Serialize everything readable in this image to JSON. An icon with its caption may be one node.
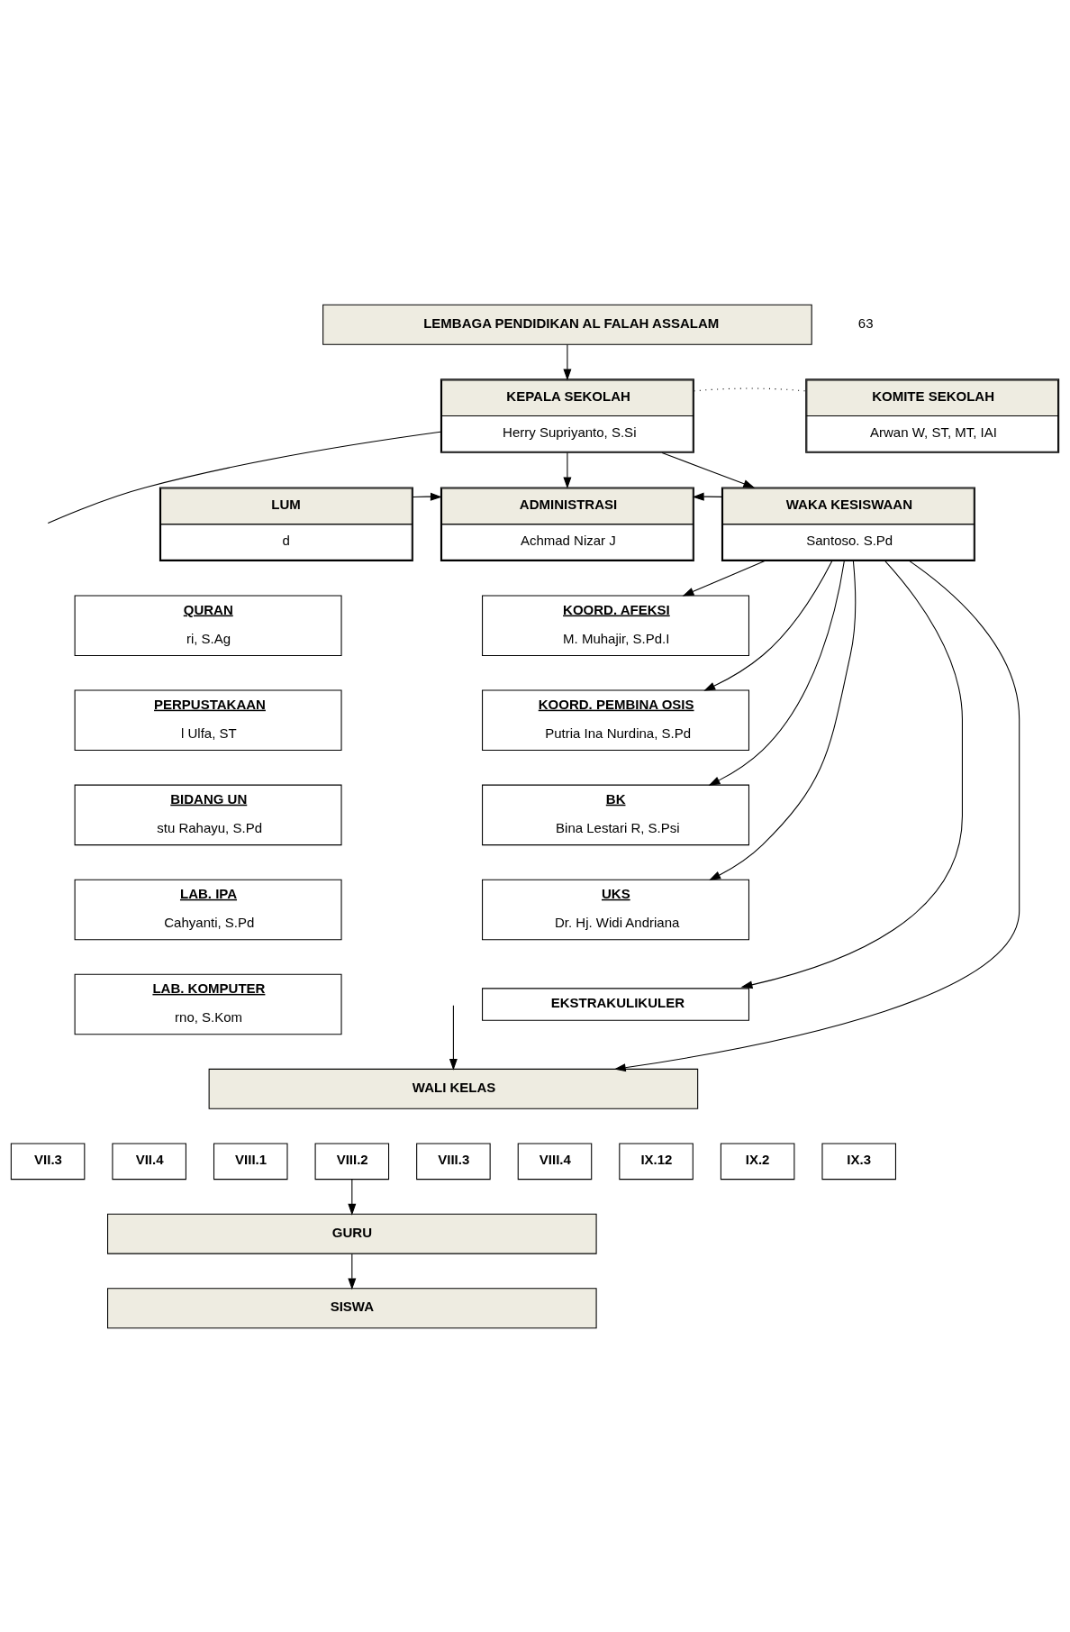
{
  "diagram": {
    "nodes": [
      {
        "text": [
          "LEMBAGA PENDIDIKAN AL FALAH ASSALAM"
        ]
      },
      {
        "text": [
          "KEPALA SEKOLAH",
          "Herry Supriyanto, S.Si"
        ]
      },
      {
        "text": [
          "KOMITE SEKOLAH",
          "Arwan W, ST, MT, IAI"
        ]
      },
      {
        "text": [
          "LUM",
          "d"
        ]
      },
      {
        "text": [
          "ADMINISTRASI",
          "Achmad Nizar J"
        ]
      },
      {
        "text": [
          "WAKA KESISWAAN",
          "Santoso. S.Pd"
        ]
      },
      {
        "text": [
          "QURAN",
          "ri, S.Ag"
        ]
      },
      {
        "text": [
          "PERPUSTAKAAN",
          "l Ulfa, ST"
        ]
      },
      {
        "text": [
          "BIDANG UN",
          "stu Rahayu, S.Pd"
        ]
      },
      {
        "text": [
          "LAB. IPA",
          "Cahyanti, S.Pd"
        ]
      },
      {
        "text": [
          "LAB. KOMPUTER",
          "rno, S.Kom"
        ]
      },
      {
        "text": [
          "KOORD. AFEKSI",
          "M. Muhajir, S.Pd.I"
        ]
      },
      {
        "text": [
          "KOORD. PEMBINA OSIS",
          "Putria Ina Nurdina, S.Pd"
        ]
      },
      {
        "text": [
          "BK",
          "Bina Lestari R, S.Psi"
        ]
      },
      {
        "text": [
          "UKS",
          "Dr. Hj. Widi Andriana"
        ]
      },
      {
        "text": [
          "EKSTRAKULIKULER"
        ]
      },
      {
        "text": [
          "WALI KELAS"
        ]
      },
      {
        "text": [
          "VII.3"
        ]
      },
      {
        "text": [
          "VII.4"
        ]
      },
      {
        "text": [
          "VIII.1"
        ]
      },
      {
        "text": [
          "VIII.2"
        ]
      },
      {
        "text": [
          "VIII.3"
        ]
      },
      {
        "text": [
          "VIII.4"
        ]
      },
      {
        "text": [
          "IX.12"
        ]
      },
      {
        "text": [
          "IX.2"
        ]
      },
      {
        "text": [
          "IX.3"
        ]
      },
      {
        "text": [
          "GURU"
        ]
      },
      {
        "text": [
          "SISWA"
        ]
      }
    ],
    "edges": [
      {
        "from": 0,
        "to": 1,
        "arrow": "to"
      },
      {
        "from": 1,
        "to": 2,
        "arrow": "none",
        "style": "dashed"
      },
      {
        "from": 1,
        "to": 4,
        "arrow": "to"
      },
      {
        "from": 1,
        "to": 5,
        "arrow": "to"
      },
      {
        "from": 1,
        "to": null,
        "arrow": "none"
      },
      {
        "from": 3,
        "to": 4,
        "arrow": "to"
      },
      {
        "from": 5,
        "to": 4,
        "arrow": "to"
      },
      {
        "from": 5,
        "to": 11,
        "arrow": "to"
      },
      {
        "from": 5,
        "to": 12,
        "arrow": "to"
      },
      {
        "from": 5,
        "to": 13,
        "arrow": "to"
      },
      {
        "from": 5,
        "to": 14,
        "arrow": "to"
      },
      {
        "from": 5,
        "to": 15,
        "arrow": "to"
      },
      {
        "from": 5,
        "to": 16,
        "arrow": "to"
      },
      {
        "from": null,
        "to": 16,
        "arrow": "to"
      },
      {
        "from": 20,
        "to": 26,
        "arrow": "to"
      },
      {
        "from": 26,
        "to": 27,
        "arrow": "to"
      }
    ],
    "labels": [
      "63"
    ]
  }
}
